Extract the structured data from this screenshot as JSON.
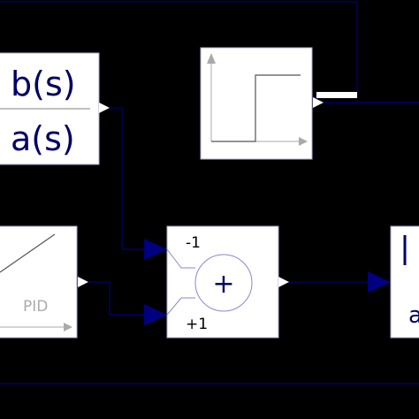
{
  "diagram": {
    "colors": {
      "background": "#000000",
      "block_fill": "#ffffff",
      "block_border": "#aaaacc",
      "wire": "#000080",
      "text_dark": "#000066",
      "axis_gray": "#aaaaaa",
      "step_line": "#555555"
    },
    "transfer_fn": {
      "numerator": "b(s)",
      "denominator": "a(s)"
    },
    "pid_block": {
      "label": "PID"
    },
    "sum_block": {
      "symbol": "+",
      "sign_top": "-1",
      "sign_bottom": "+1"
    },
    "step_block": {
      "icon": "step-function-icon"
    },
    "right_block": {
      "partial_top": "",
      "partial_bottom": "a"
    }
  }
}
